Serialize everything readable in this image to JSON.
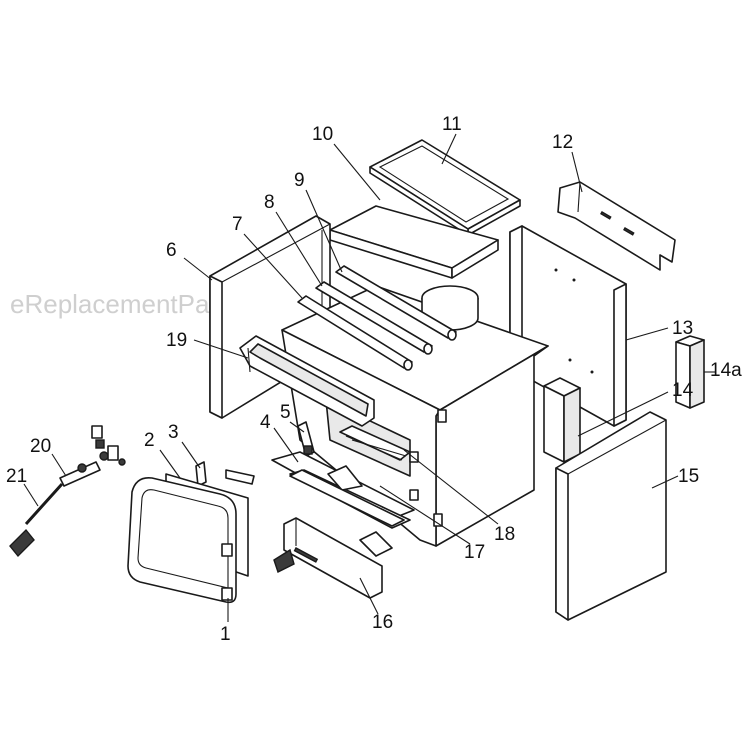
{
  "watermark": "eReplacementParts.com",
  "callouts": {
    "c1": "1",
    "c2": "2",
    "c3": "3",
    "c4": "4",
    "c5": "5",
    "c6": "6",
    "c7": "7",
    "c8": "8",
    "c9": "9",
    "c10": "10",
    "c11": "11",
    "c12": "12",
    "c13": "13",
    "c14": "14",
    "c14a": "14a",
    "c15": "15",
    "c16": "16",
    "c17": "17",
    "c18": "18",
    "c19": "19",
    "c20": "20",
    "c21": "21"
  }
}
